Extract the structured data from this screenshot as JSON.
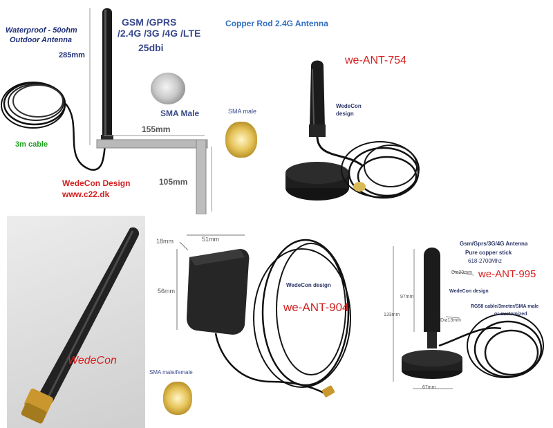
{
  "panel1": {
    "waterproof_line1": "Waterproof - 50ohm",
    "waterproof_line2": "Outdoor Antenna",
    "height": "285mm",
    "cable": "3m cable",
    "bands_line1": "GSM /GPRS",
    "bands_line2": "/2.4G /3G /4G /LTE",
    "gain": "25dbi",
    "connector": "SMA Male",
    "bracket_width": "155mm",
    "bracket_height": "105mm",
    "brand": "WedeCon Design",
    "website": "www.c22.dk"
  },
  "panel2": {
    "title": "Copper Rod 2.4G Antenna",
    "connector": "SMA male",
    "model": "we-ANT-754",
    "design_line1": "WedeCon",
    "design_line2": "design"
  },
  "panel3": {
    "watermark": "WedeCon"
  },
  "panel4": {
    "dim_thickness": "18mm",
    "dim_width": "51mm",
    "dim_height": "56mm",
    "design": "WedeCon design",
    "model": "we-ANT-904",
    "connector": "SMA male/female"
  },
  "panel5": {
    "spec_line1": "Gsm/Gprs/3G/4G Antenna",
    "spec_line2": "Pure copper stick",
    "spec_line3": "618-2700Mhz",
    "dia_top": "Dia20mm",
    "model": "we-ANT-995",
    "design": "WedeCon design",
    "dim_97": "97mm",
    "dim_133": "133mm",
    "dia_base": "Dia13mm",
    "cable": "RG58 cable/3meter/SMA male",
    "custom": "or customized",
    "base_width": "67mm"
  },
  "colors": {
    "red_model": "#d42020",
    "blue_title": "#3a4a8c",
    "green": "#1fa11f"
  }
}
